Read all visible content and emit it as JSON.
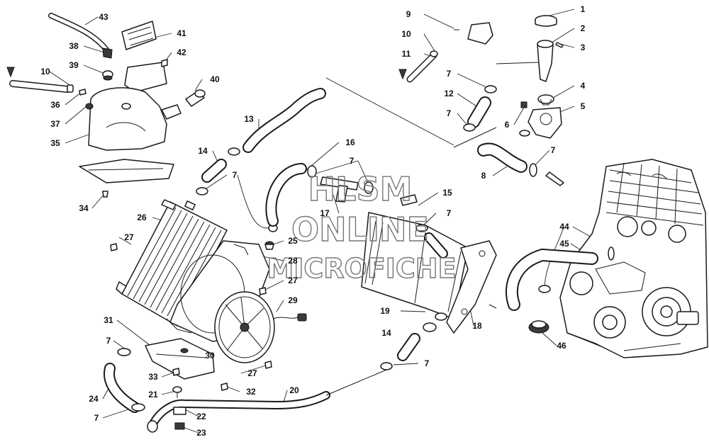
{
  "watermark": {
    "line1": "HLSM",
    "line2": "ONLINE",
    "line3": "MICROFICHE"
  },
  "callouts": [
    {
      "id": "c1",
      "label": "1"
    },
    {
      "id": "c2",
      "label": "2"
    },
    {
      "id": "c3",
      "label": "3"
    },
    {
      "id": "c4",
      "label": "4"
    },
    {
      "id": "c5",
      "label": "5"
    },
    {
      "id": "c6",
      "label": "6"
    },
    {
      "id": "c7a",
      "label": "7"
    },
    {
      "id": "c7b",
      "label": "7"
    },
    {
      "id": "c7c",
      "label": "7"
    },
    {
      "id": "c7d",
      "label": "7"
    },
    {
      "id": "c7e",
      "label": "7"
    },
    {
      "id": "c7f",
      "label": "7"
    },
    {
      "id": "c7g",
      "label": "7"
    },
    {
      "id": "c7h",
      "label": "7"
    },
    {
      "id": "c7i",
      "label": "7"
    },
    {
      "id": "c8",
      "label": "8"
    },
    {
      "id": "c9",
      "label": "9"
    },
    {
      "id": "c10a",
      "label": "10"
    },
    {
      "id": "c10b",
      "label": "10"
    },
    {
      "id": "c11",
      "label": "11"
    },
    {
      "id": "c12",
      "label": "12"
    },
    {
      "id": "c13",
      "label": "13"
    },
    {
      "id": "c14a",
      "label": "14"
    },
    {
      "id": "c14b",
      "label": "14"
    },
    {
      "id": "c15",
      "label": "15"
    },
    {
      "id": "c16",
      "label": "16"
    },
    {
      "id": "c17",
      "label": "17"
    },
    {
      "id": "c18",
      "label": "18"
    },
    {
      "id": "c19",
      "label": "19"
    },
    {
      "id": "c20",
      "label": "20"
    },
    {
      "id": "c21",
      "label": "21"
    },
    {
      "id": "c22",
      "label": "22"
    },
    {
      "id": "c23",
      "label": "23"
    },
    {
      "id": "c24",
      "label": "24"
    },
    {
      "id": "c25",
      "label": "25"
    },
    {
      "id": "c26",
      "label": "26"
    },
    {
      "id": "c27a",
      "label": "27"
    },
    {
      "id": "c27b",
      "label": "27"
    },
    {
      "id": "c27c",
      "label": "27"
    },
    {
      "id": "c28",
      "label": "28"
    },
    {
      "id": "c29",
      "label": "29"
    },
    {
      "id": "c30",
      "label": "30"
    },
    {
      "id": "c31",
      "label": "31"
    },
    {
      "id": "c32",
      "label": "32"
    },
    {
      "id": "c33",
      "label": "33"
    },
    {
      "id": "c34",
      "label": "34"
    },
    {
      "id": "c35",
      "label": "35"
    },
    {
      "id": "c36",
      "label": "36"
    },
    {
      "id": "c37",
      "label": "37"
    },
    {
      "id": "c38",
      "label": "38"
    },
    {
      "id": "c39",
      "label": "39"
    },
    {
      "id": "c40",
      "label": "40"
    },
    {
      "id": "c41",
      "label": "41"
    },
    {
      "id": "c42",
      "label": "42"
    },
    {
      "id": "c43",
      "label": "43"
    },
    {
      "id": "c44",
      "label": "44"
    },
    {
      "id": "c45",
      "label": "45"
    },
    {
      "id": "c46",
      "label": "46"
    }
  ]
}
